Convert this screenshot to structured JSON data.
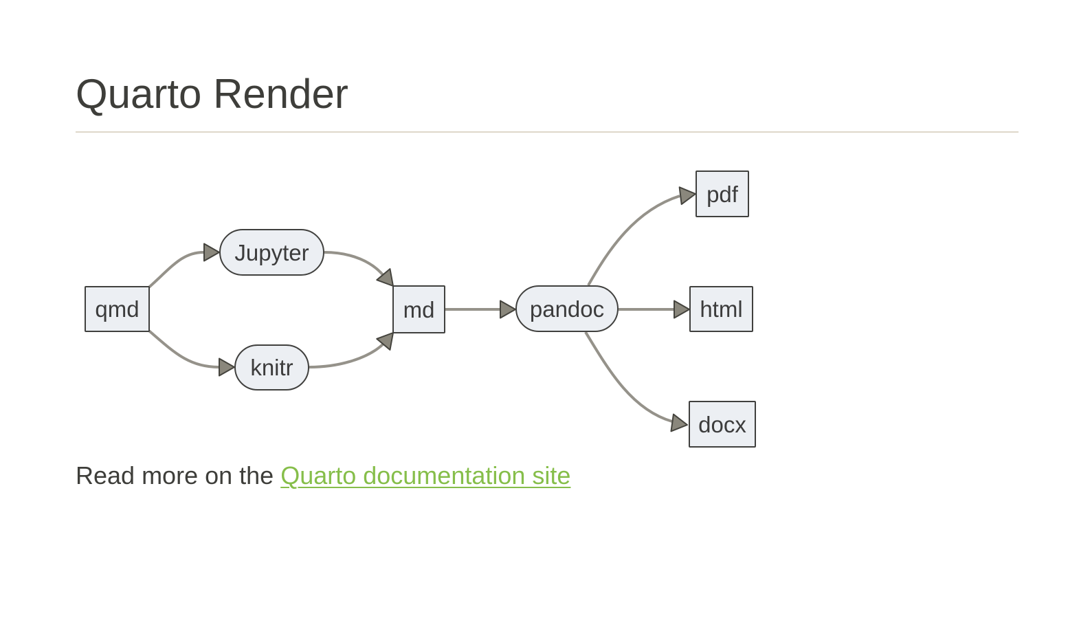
{
  "page": {
    "title": "Quarto Render"
  },
  "diagram": {
    "nodes": [
      {
        "id": "qmd",
        "label": "qmd",
        "shape": "rect"
      },
      {
        "id": "jupyter",
        "label": "Jupyter",
        "shape": "stadium"
      },
      {
        "id": "knitr",
        "label": "knitr",
        "shape": "stadium"
      },
      {
        "id": "md",
        "label": "md",
        "shape": "rect"
      },
      {
        "id": "pandoc",
        "label": "pandoc",
        "shape": "stadium"
      },
      {
        "id": "pdf",
        "label": "pdf",
        "shape": "rect"
      },
      {
        "id": "html",
        "label": "html",
        "shape": "rect"
      },
      {
        "id": "docx",
        "label": "docx",
        "shape": "rect"
      }
    ],
    "edges": [
      {
        "from": "qmd",
        "to": "jupyter"
      },
      {
        "from": "qmd",
        "to": "knitr"
      },
      {
        "from": "jupyter",
        "to": "md"
      },
      {
        "from": "knitr",
        "to": "md"
      },
      {
        "from": "md",
        "to": "pandoc"
      },
      {
        "from": "pandoc",
        "to": "pdf"
      },
      {
        "from": "pandoc",
        "to": "html"
      },
      {
        "from": "pandoc",
        "to": "docx"
      }
    ]
  },
  "footer": {
    "text_before_link": "Read more on the ",
    "link_text": "Quarto documentation site"
  },
  "colors": {
    "node_fill": "#eceff3",
    "node_border": "#40403e",
    "edge": "#95928a",
    "arrowhead_fill": "#8a877c",
    "link": "#86be4a",
    "rule": "#ded8ca",
    "heading": "#3e3e3a"
  }
}
